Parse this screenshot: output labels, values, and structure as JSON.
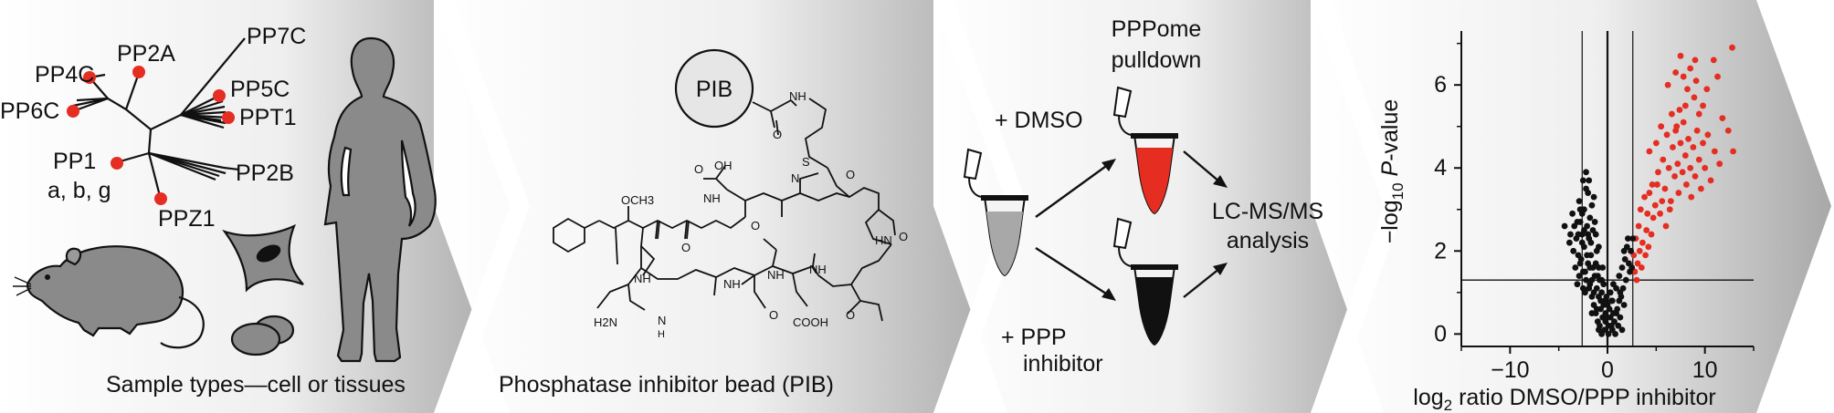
{
  "panel1": {
    "tree_labels": [
      "PP7C",
      "PP2A",
      "PP4C",
      "PP6C",
      "PP5C",
      "PPT1",
      "PP1",
      "a, b, g",
      "PP2B",
      "PPZ1"
    ],
    "caption": "Sample types—cell or tissues"
  },
  "panel2": {
    "bead_label": "PIB",
    "caption": "Phosphatase inhibitor bead (PIB)",
    "atoms": {
      "och3": "OCH3",
      "o1": "O",
      "o2": "O",
      "o3": "O",
      "o4": "O",
      "o5": "O",
      "o6": "O",
      "o7": "O",
      "o8": "O",
      "s": "S",
      "n_m": "N",
      "nh1": "NH",
      "nh2": "NH",
      "nh3": "NH",
      "nh4": "NH",
      "nh5": "NH",
      "hn": "HN",
      "nh_g": "NH",
      "h2n": "H2N",
      "n_g": "N",
      "h_g": "H",
      "cooh": "COOH",
      "oh": "OH"
    }
  },
  "panel3": {
    "top_title_line1": "PPPome",
    "top_title_line2": "pulldown",
    "dmso": "+ DMSO",
    "inhibitor_line1": "+ PPP",
    "inhibitor_line2": "inhibitor",
    "analysis_line1": "LC-MS/MS",
    "analysis_line2": "analysis"
  },
  "chart_data": {
    "type": "scatter",
    "xlabel": "log2 ratio DMSO/PPP inhibitor",
    "ylabel": "−log10 P-value",
    "xlim": [
      -15,
      15
    ],
    "ylim": [
      -0.3,
      7.3
    ],
    "xticks": [
      -10,
      0,
      10
    ],
    "yticks": [
      0,
      2,
      4,
      6
    ],
    "thresholds": {
      "x": [
        -2.6,
        0,
        2.6
      ],
      "y": 1.3
    },
    "colors": {
      "significant": "#e52d22",
      "other": "#111111"
    },
    "series": [
      {
        "points": [
          [
            6.2,
            6.0
          ],
          [
            6.6,
            5.3
          ],
          [
            7.0,
            6.3
          ],
          [
            7.1,
            5.0
          ],
          [
            7.4,
            5.4
          ],
          [
            7.8,
            6.2
          ],
          [
            8.0,
            5.5
          ],
          [
            8.2,
            5.9
          ],
          [
            8.5,
            6.4
          ],
          [
            8.9,
            5.7
          ],
          [
            9.1,
            6.1
          ],
          [
            9.4,
            5.3
          ],
          [
            9.8,
            5.5
          ],
          [
            10.2,
            5.9
          ],
          [
            10.9,
            6.6
          ],
          [
            11.3,
            6.2
          ],
          [
            12.8,
            6.9
          ],
          [
            11.8,
            5.2
          ],
          [
            9.0,
            6.6
          ],
          [
            7.5,
            6.7
          ],
          [
            4.3,
            4.4
          ],
          [
            4.6,
            3.6
          ],
          [
            5.0,
            4.6
          ],
          [
            5.2,
            3.9
          ],
          [
            5.5,
            5.0
          ],
          [
            5.7,
            4.2
          ],
          [
            5.9,
            3.5
          ],
          [
            6.1,
            4.8
          ],
          [
            6.3,
            4.0
          ],
          [
            6.5,
            3.2
          ],
          [
            6.7,
            4.5
          ],
          [
            6.9,
            3.8
          ],
          [
            7.0,
            4.9
          ],
          [
            7.2,
            4.1
          ],
          [
            7.3,
            3.4
          ],
          [
            7.5,
            4.6
          ],
          [
            7.7,
            3.9
          ],
          [
            7.8,
            5.1
          ],
          [
            8.0,
            4.3
          ],
          [
            8.1,
            3.6
          ],
          [
            8.3,
            4.7
          ],
          [
            8.5,
            4.0
          ],
          [
            8.6,
            3.3
          ],
          [
            8.8,
            4.5
          ],
          [
            9.0,
            3.8
          ],
          [
            9.2,
            4.9
          ],
          [
            9.4,
            4.2
          ],
          [
            9.6,
            3.5
          ],
          [
            9.8,
            4.6
          ],
          [
            10.0,
            4.0
          ],
          [
            10.3,
            4.8
          ],
          [
            10.6,
            3.7
          ],
          [
            11.0,
            4.4
          ],
          [
            11.5,
            4.1
          ],
          [
            12.9,
            4.4
          ],
          [
            12.4,
            4.9
          ],
          [
            3.2,
            2.6
          ],
          [
            3.4,
            3.0
          ],
          [
            3.6,
            2.2
          ],
          [
            3.8,
            3.3
          ],
          [
            4.0,
            2.5
          ],
          [
            4.1,
            2.9
          ],
          [
            4.3,
            3.4
          ],
          [
            4.5,
            2.4
          ],
          [
            4.7,
            2.8
          ],
          [
            4.9,
            3.1
          ],
          [
            5.1,
            3.6
          ],
          [
            5.4,
            2.9
          ],
          [
            5.6,
            3.2
          ],
          [
            6.0,
            2.6
          ],
          [
            6.4,
            3.0
          ],
          [
            2.7,
            1.9
          ],
          [
            2.9,
            2.3
          ],
          [
            3.1,
            1.7
          ],
          [
            3.3,
            2.0
          ],
          [
            3.5,
            1.6
          ],
          [
            3.9,
            1.9
          ],
          [
            4.2,
            2.1
          ],
          [
            2.8,
            1.5
          ],
          [
            3.0,
            1.3
          ]
        ],
        "color": "significant"
      },
      {
        "points": [
          [
            -3.6,
            2.9
          ],
          [
            -3.4,
            2.6
          ],
          [
            -3.2,
            2.3
          ],
          [
            -3.5,
            2.0
          ],
          [
            -3.0,
            1.9
          ],
          [
            -3.3,
            1.6
          ],
          [
            -2.9,
            1.4
          ],
          [
            -3.1,
            1.2
          ],
          [
            -2.8,
            2.7
          ],
          [
            -2.6,
            2.4
          ],
          [
            -2.4,
            2.1
          ],
          [
            -2.7,
            1.8
          ],
          [
            -2.5,
            1.5
          ],
          [
            -2.2,
            1.3
          ],
          [
            -2.0,
            1.7
          ],
          [
            -2.3,
            1.0
          ],
          [
            -1.9,
            2.3
          ],
          [
            -1.7,
            1.9
          ],
          [
            -1.5,
            1.6
          ],
          [
            -1.8,
            1.2
          ],
          [
            -1.6,
            0.9
          ],
          [
            -1.3,
            1.4
          ],
          [
            -1.1,
            1.1
          ],
          [
            -1.4,
            0.7
          ],
          [
            -1.2,
            0.5
          ],
          [
            -0.9,
            0.9
          ],
          [
            -0.7,
            0.6
          ],
          [
            -1.0,
            0.3
          ],
          [
            -0.8,
            0.2
          ],
          [
            -0.5,
            0.4
          ],
          [
            -0.3,
            0.1
          ],
          [
            -0.6,
            0.0
          ],
          [
            -0.2,
            0.3
          ],
          [
            0.1,
            0.2
          ],
          [
            0.3,
            0.4
          ],
          [
            0.5,
            0.1
          ],
          [
            0.7,
            0.3
          ],
          [
            0.9,
            0.5
          ],
          [
            1.1,
            0.2
          ],
          [
            1.3,
            0.4
          ],
          [
            1.5,
            0.1
          ],
          [
            0.2,
            0.6
          ],
          [
            0.4,
            0.8
          ],
          [
            0.6,
            0.5
          ],
          [
            -0.4,
            0.7
          ],
          [
            -0.1,
            0.9
          ],
          [
            0.8,
            0.0
          ],
          [
            1.0,
            0.6
          ],
          [
            -2.1,
            2.6
          ],
          [
            -1.8,
            2.8
          ],
          [
            -2.4,
            3.0
          ],
          [
            -1.6,
            3.1
          ],
          [
            -2.0,
            3.4
          ],
          [
            -1.4,
            3.3
          ],
          [
            -1.9,
            3.7
          ],
          [
            -1.5,
            2.5
          ],
          [
            -1.1,
            2.0
          ],
          [
            -0.9,
            1.6
          ],
          [
            -1.3,
            2.7
          ],
          [
            -2.2,
            3.5
          ],
          [
            -3.8,
            2.4
          ],
          [
            -3.9,
            2.2
          ],
          [
            -2.6,
            2.9
          ],
          [
            -2.9,
            3.2
          ],
          [
            -3.1,
            2.7
          ],
          [
            -1.7,
            2.2
          ],
          [
            -1.2,
            1.7
          ],
          [
            -0.8,
            1.3
          ],
          [
            -0.6,
            1.0
          ],
          [
            -0.4,
            1.2
          ],
          [
            -2.5,
            3.7
          ],
          [
            -2.2,
            3.9
          ],
          [
            -4.4,
            2.6
          ],
          [
            -2.8,
            3.0
          ],
          [
            1.2,
            1.4
          ],
          [
            1.6,
            1.1
          ],
          [
            1.8,
            1.8
          ],
          [
            2.0,
            2.1
          ],
          [
            1.5,
            1.6
          ],
          [
            1.9,
            1.3
          ],
          [
            2.2,
            1.7
          ],
          [
            1.4,
            0.9
          ],
          [
            2.1,
            2.3
          ],
          [
            2.4,
            2.0
          ],
          [
            2.3,
            1.5
          ],
          [
            1.7,
            2.0
          ],
          [
            2.6,
            2.3
          ],
          [
            2.5,
            1.6
          ],
          [
            1.3,
            1.0
          ],
          [
            1.7,
            0.7
          ],
          [
            0.0,
            0.7
          ],
          [
            -0.2,
            0.5
          ],
          [
            0.3,
            1.0
          ],
          [
            0.5,
            0.8
          ],
          [
            -0.7,
            0.8
          ],
          [
            -1.1,
            0.6
          ],
          [
            0.6,
            1.2
          ],
          [
            0.9,
            1.1
          ],
          [
            -0.4,
            0.4
          ],
          [
            0.1,
            0.0
          ],
          [
            0.4,
            0.2
          ],
          [
            -0.9,
            0.1
          ],
          [
            1.2,
            0.8
          ],
          [
            -1.6,
            0.5
          ],
          [
            -1.4,
            1.0
          ],
          [
            -2.5,
            1.1
          ],
          [
            -2.6,
            2.2
          ],
          [
            -2.8,
            1.7
          ],
          [
            -2.0,
            2.4
          ],
          [
            -1.8,
            1.6
          ],
          [
            -1.2,
            2.4
          ],
          [
            -0.9,
            2.1
          ],
          [
            -1.6,
            1.3
          ],
          [
            -2.1,
            1.9
          ],
          [
            -2.3,
            1.5
          ],
          [
            -1.0,
            1.4
          ],
          [
            -0.5,
            1.6
          ],
          [
            -0.3,
            0.8
          ],
          [
            -0.6,
            1.3
          ],
          [
            -2.4,
            2.5
          ],
          [
            -1.9,
            1.1
          ],
          [
            -3.0,
            2.4
          ]
        ],
        "color": "other"
      }
    ]
  }
}
